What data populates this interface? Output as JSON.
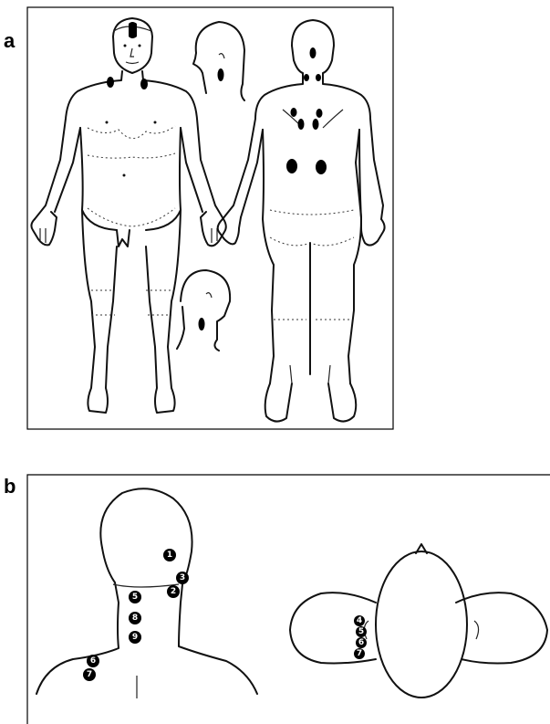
{
  "panels": {
    "a": {
      "label": "a"
    },
    "b": {
      "label": "b"
    }
  },
  "points": {
    "back_view": [
      "1",
      "2",
      "3",
      "5",
      "8",
      "9",
      "6",
      "7"
    ],
    "top_view": [
      "4",
      "5",
      "6",
      "7"
    ]
  },
  "colors": {
    "ink": "#000000",
    "marker": "#000000",
    "background": "#ffffff"
  }
}
